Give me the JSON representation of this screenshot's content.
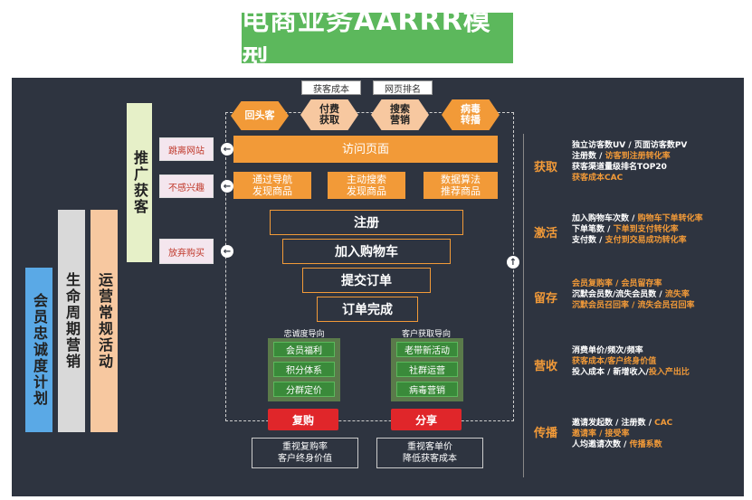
{
  "title": "电商业务AARRR模型",
  "left_columns": [
    {
      "label": "会员忠诚度计划",
      "color": "#5aa9e6"
    },
    {
      "label": "生命周期营销",
      "color": "#d9d9d9"
    },
    {
      "label": "运营常规活动",
      "color": "#f7c8a0"
    }
  ],
  "promo": {
    "label": "推广获客",
    "color": "#e6f0c8"
  },
  "top_tags": [
    "获客成本",
    "网页排名"
  ],
  "hexes": [
    {
      "label": "回头客",
      "bg": "#f29a38",
      "fg": "#ffffff"
    },
    {
      "label": "付费\n获取",
      "bg": "#f7c8a0",
      "fg": "#222222"
    },
    {
      "label": "搜索\n营销",
      "bg": "#f7c8a0",
      "fg": "#222222"
    },
    {
      "label": "病毒\n转播",
      "bg": "#f29a38",
      "fg": "#ffffff"
    }
  ],
  "pink_boxes": [
    "跳离网站",
    "不感兴趣",
    "放弃购买"
  ],
  "visit_page": "访问页面",
  "discover_boxes": [
    "通过导航\n发现商品",
    "主动搜索\n发现商品",
    "数据算法\n推荐商品"
  ],
  "funnel": [
    "注册",
    "加入购物车",
    "提交订单",
    "订单完成"
  ],
  "loyalty": {
    "header": "忠诚度导向",
    "items": [
      "会员福利",
      "积分体系",
      "分群定价"
    ],
    "button": "复购",
    "note": [
      "重视复购率",
      "客户终身价值"
    ]
  },
  "acquisition": {
    "header": "客户获取导向",
    "items": [
      "老带新活动",
      "社群运营",
      "病毒营销"
    ],
    "button": "分享",
    "note": [
      "重视客单价",
      "降低获客成本"
    ]
  },
  "stages": [
    {
      "name": "获取",
      "lines": [
        [
          {
            "t": "独立访客数UV / 页面访客数PV",
            "o": false
          }
        ],
        [
          {
            "t": "注册数 / ",
            "o": false
          },
          {
            "t": "访客到注册转化率",
            "o": true
          }
        ],
        [
          {
            "t": "获客渠道量级排名TOP20",
            "o": false
          }
        ],
        [
          {
            "t": "获客成本CAC",
            "o": true
          }
        ]
      ]
    },
    {
      "name": "激活",
      "lines": [
        [
          {
            "t": "加入购物车次数 / ",
            "o": false
          },
          {
            "t": "购物车下单转化率",
            "o": true
          }
        ],
        [
          {
            "t": "下单笔数 / ",
            "o": false
          },
          {
            "t": "下单到支付转化率",
            "o": true
          }
        ],
        [
          {
            "t": "支付数 / ",
            "o": false
          },
          {
            "t": "支付到交易成功转化率",
            "o": true
          }
        ]
      ]
    },
    {
      "name": "留存",
      "lines": [
        [
          {
            "t": "会员复购率 / 会员留存率",
            "o": true
          }
        ],
        [
          {
            "t": "沉默会员数/流失会员数 / ",
            "o": false
          },
          {
            "t": "流失率",
            "o": true
          }
        ],
        [
          {
            "t": "沉默会员召回率 / 流失会员召回率",
            "o": true
          }
        ]
      ]
    },
    {
      "name": "营收",
      "lines": [
        [
          {
            "t": "消费单价/频次/频率",
            "o": false
          }
        ],
        [
          {
            "t": "获客成本/客户终身价值",
            "o": true
          }
        ],
        [
          {
            "t": "投入成本 / 新增收入/",
            "o": false
          },
          {
            "t": "投入产出比",
            "o": true
          }
        ]
      ]
    },
    {
      "name": "传播",
      "lines": [
        [
          {
            "t": "邀请发起数 / 注册数 / ",
            "o": false
          },
          {
            "t": "CAC",
            "o": true
          }
        ],
        [
          {
            "t": "邀请率 / 接受率",
            "o": true
          }
        ],
        [
          {
            "t": "人均邀请次数 / ",
            "o": false
          },
          {
            "t": "传播系数",
            "o": true
          }
        ]
      ]
    }
  ]
}
